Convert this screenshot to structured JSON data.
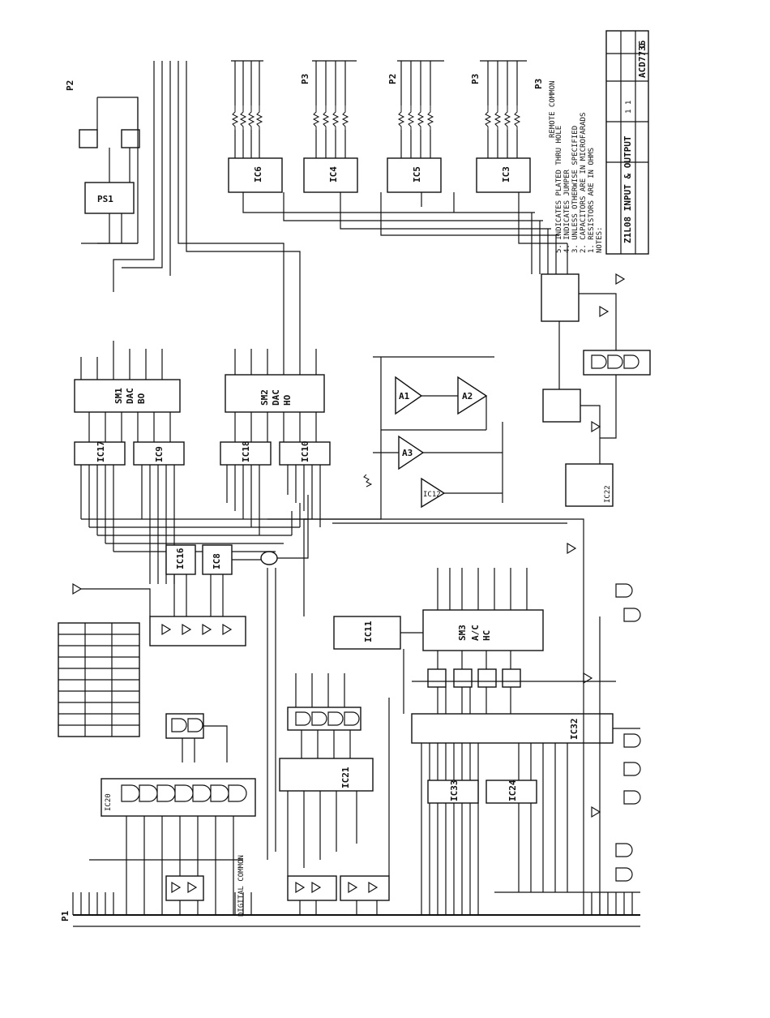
{
  "title_block": {
    "title": "Z1L08 INPUT & OUTPUT",
    "doc_number": "ACD7736",
    "rev": "C",
    "sheet": "1 1"
  },
  "connectors": {
    "p1": "P1",
    "p2": "P2",
    "p3": "P3",
    "remote_common": "REMOTE COMMON",
    "digital_common": "DIGITAL COMMON"
  },
  "chips": {
    "ps1": "PS1",
    "ic6": "IC6",
    "ic4": "IC4",
    "ic5": "IC5",
    "ic3": "IC3",
    "sm1": "SM1",
    "sm1_sub": "DAC",
    "sm1_sub2": "BO",
    "sm2": "SM2",
    "sm2_sub": "DAC",
    "sm2_sub2": "HO",
    "ic17": "IC17",
    "ic9": "IC9",
    "ic18": "IC18",
    "ic10": "IC10",
    "ic16": "IC16",
    "ic8": "IC8",
    "ic11": "IC11",
    "sm3": "SM3",
    "sm3_sub": "A/C",
    "sm3_sub2": "HC",
    "ic21": "IC21",
    "ic32": "IC32",
    "ic33": "IC33",
    "ic24": "IC24",
    "ic20": "IC20",
    "ic22": "IC22",
    "a1": "A1",
    "a2": "A2",
    "a3": "A3",
    "ic12": "IC12"
  },
  "notes": [
    "NOTES:",
    "1. RESISTORS ARE IN OHMS",
    "2. CAPACITORS ARE IN MICROFARADS",
    "3. UNLESS OTHERWISE SPECIFIED",
    "4. INDICATES JUMPER",
    "5. INDICATES PLATED THRU HOLE"
  ]
}
